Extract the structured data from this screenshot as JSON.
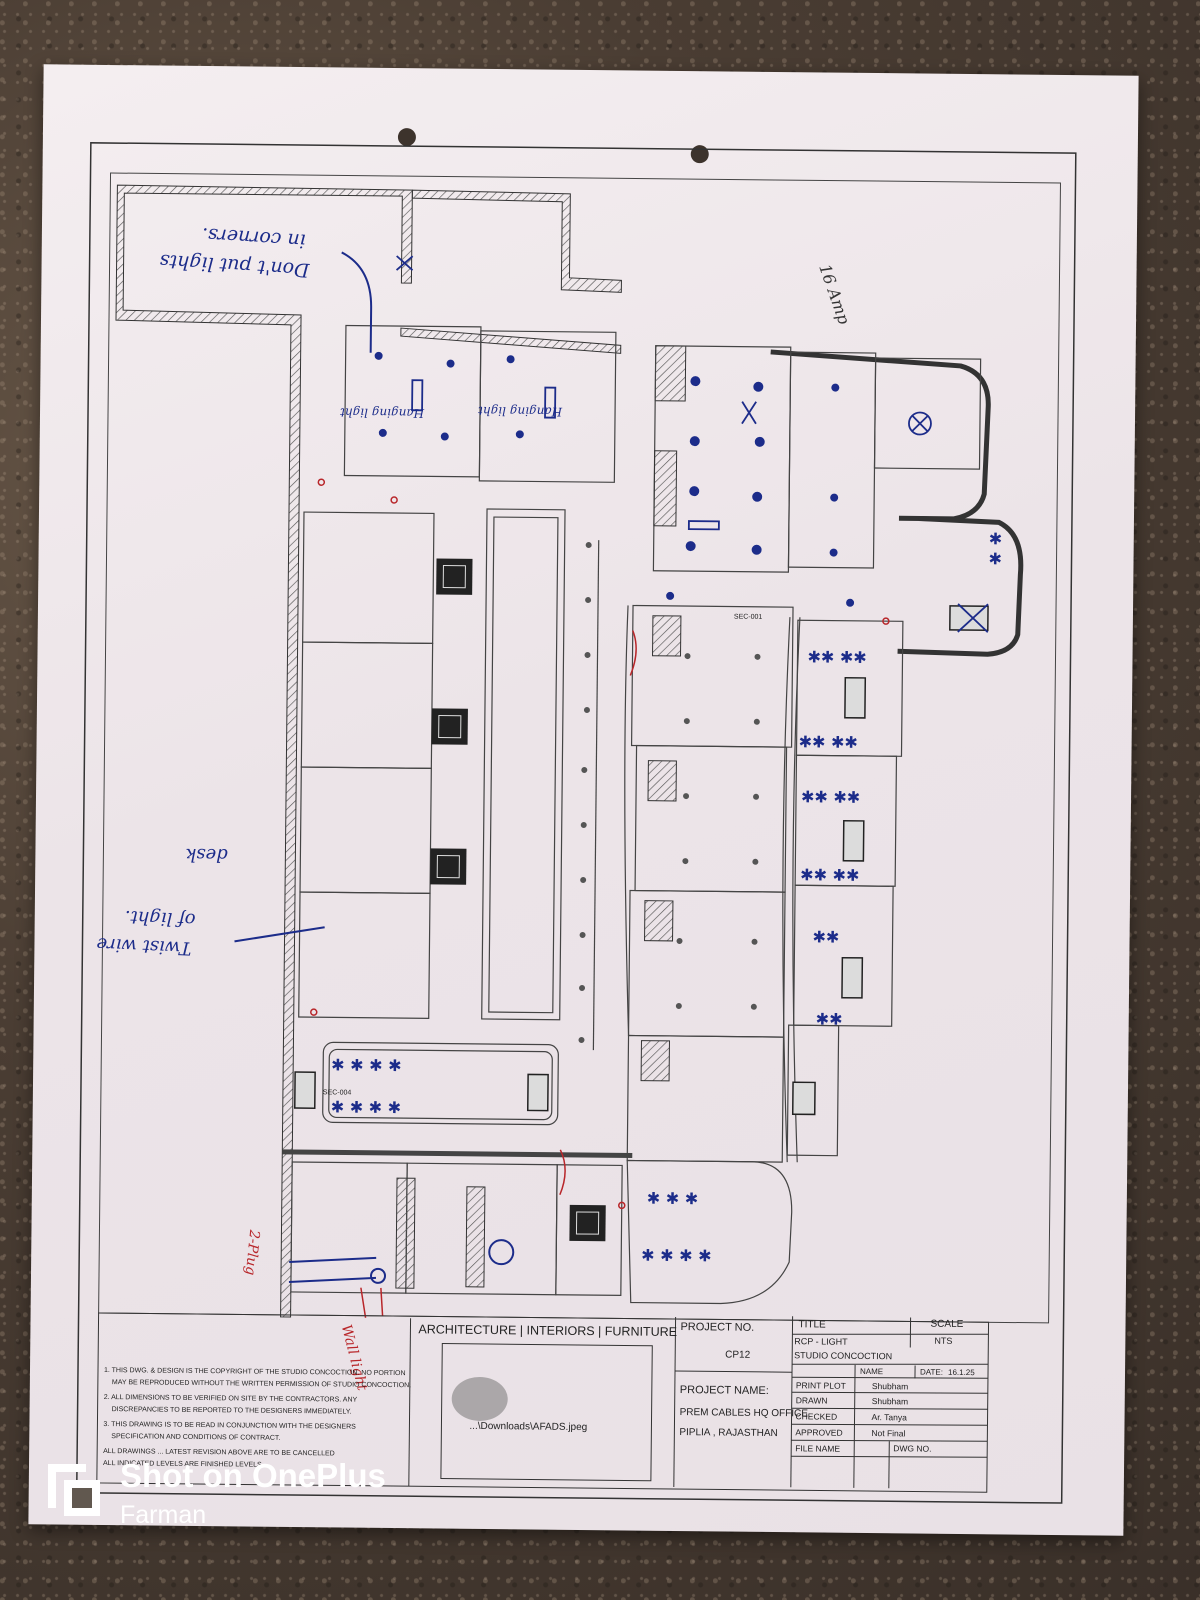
{
  "title_block": {
    "firm": "ARCHITECTURE | INTERIORS | FURNITURE",
    "project_no_label": "PROJECT NO.",
    "project_no": "CP12",
    "project_name_label": "PROJECT NAME:",
    "project_name_line1": "PREM CABLES HQ OFFICE",
    "project_name_line2": "PIPLIA , RAJASTHAN",
    "title_label": "TITLE",
    "title_value": "RCP - LIGHT",
    "company": "STUDIO CONCOCTION",
    "scale_label": "SCALE",
    "scale_value": "NTS",
    "name_label": "NAME",
    "date_label": "DATE:",
    "date_value": "16.1.25",
    "rows": [
      {
        "label": "PRINT PLOT",
        "value": "Shubham"
      },
      {
        "label": "DRAWN",
        "value": "Shubham"
      },
      {
        "label": "CHECKED",
        "value": "Ar. Tanya"
      },
      {
        "label": "APPROVED",
        "value": "Not Final"
      },
      {
        "label": "FILE NAME",
        "value": ""
      }
    ],
    "dwg_no_label": "DWG NO.",
    "image_caption": "...\\Downloads\\AFADS.jpeg",
    "notes": [
      "1. THIS DWG. & DESIGN IS THE COPYRIGHT OF THE STUDIO CONCOCTION. NO PORTION",
      "MAY BE REPRODUCED WITHOUT THE WRITTEN PERMISSION OF STUDIO CONCOCTION.",
      "2. ALL DIMENSIONS TO BE VERIFIED ON SITE BY THE CONTRACTORS. ANY",
      "DISCREPANCIES TO BE REPORTED TO THE DESIGNERS IMMEDIATELY.",
      "3. THIS DRAWING IS TO BE READ IN CONJUNCTION WITH THE DESIGNERS",
      "SPECIFICATION AND CONDITIONS OF CONTRACT.",
      "ALL DRAWINGS ... LATEST REVISION ABOVE ARE TO BE CANCELLED",
      "ALL INDICATED LEVELS ARE FINISHED LEVELS"
    ]
  },
  "annotations": {
    "corners_note_1": "Don't put lights",
    "corners_note_2": "in corners.",
    "hanging_light_1": "Hanging light",
    "hanging_light_2": "Hanging light",
    "amp_note": "16 Amp",
    "desk_note": "desk",
    "twist_note_1": "Twist wire",
    "twist_note_2": "of light.",
    "wall_note": "Wall light",
    "plug_note": "2-Plug",
    "sec_tags": [
      "SEC-001",
      "SEC-004"
    ]
  },
  "watermark": {
    "title": "Shot on OnePlus",
    "author": "Farman"
  },
  "colors": {
    "ink_blue": "#1c2c8a",
    "ink_red": "#b8262a",
    "paper": "#efe7eb"
  }
}
